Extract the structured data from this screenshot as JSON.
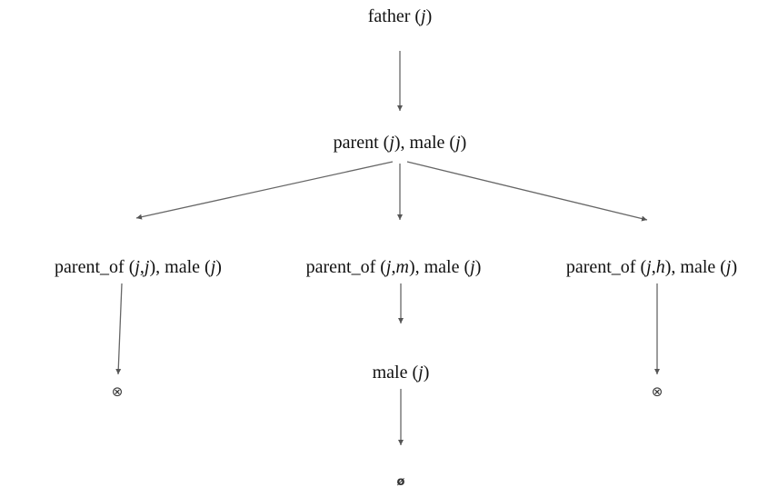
{
  "nodes": {
    "root": {
      "pred": "father",
      "args_open": " (",
      "arg1": "j",
      "args_close": ")"
    },
    "level1": {
      "pred1": "parent",
      "open1": " (",
      "arg1": "j",
      "close1": "), ",
      "pred2": "male",
      "open2": " (",
      "arg2": "j",
      "close2": ")"
    },
    "left": {
      "pred1": "parent_of",
      "open1": " (",
      "a": "j",
      "sep": ",",
      "b": "j",
      "close1": "), ",
      "pred2": "male",
      "open2": " (",
      "arg2": "j",
      "close2": ")"
    },
    "middle": {
      "pred1": "parent_of",
      "open1": " (",
      "a": "j",
      "sep": ",",
      "b": "m",
      "close1": "), ",
      "pred2": "male",
      "open2": " (",
      "arg2": "j",
      "close2": ")"
    },
    "right": {
      "pred1": "parent_of",
      "open1": " (",
      "a": "j",
      "sep": ",",
      "b": "h",
      "close1": "), ",
      "pred2": "male",
      "open2": " (",
      "arg2": "j",
      "close2": ")"
    },
    "level3": {
      "pred": "male",
      "args_open": " (",
      "arg1": "j",
      "args_close": ")"
    }
  },
  "marks": {
    "fail": "⊗",
    "success": "ø"
  },
  "colors": {
    "edge": "#666666",
    "text": "#111111"
  }
}
